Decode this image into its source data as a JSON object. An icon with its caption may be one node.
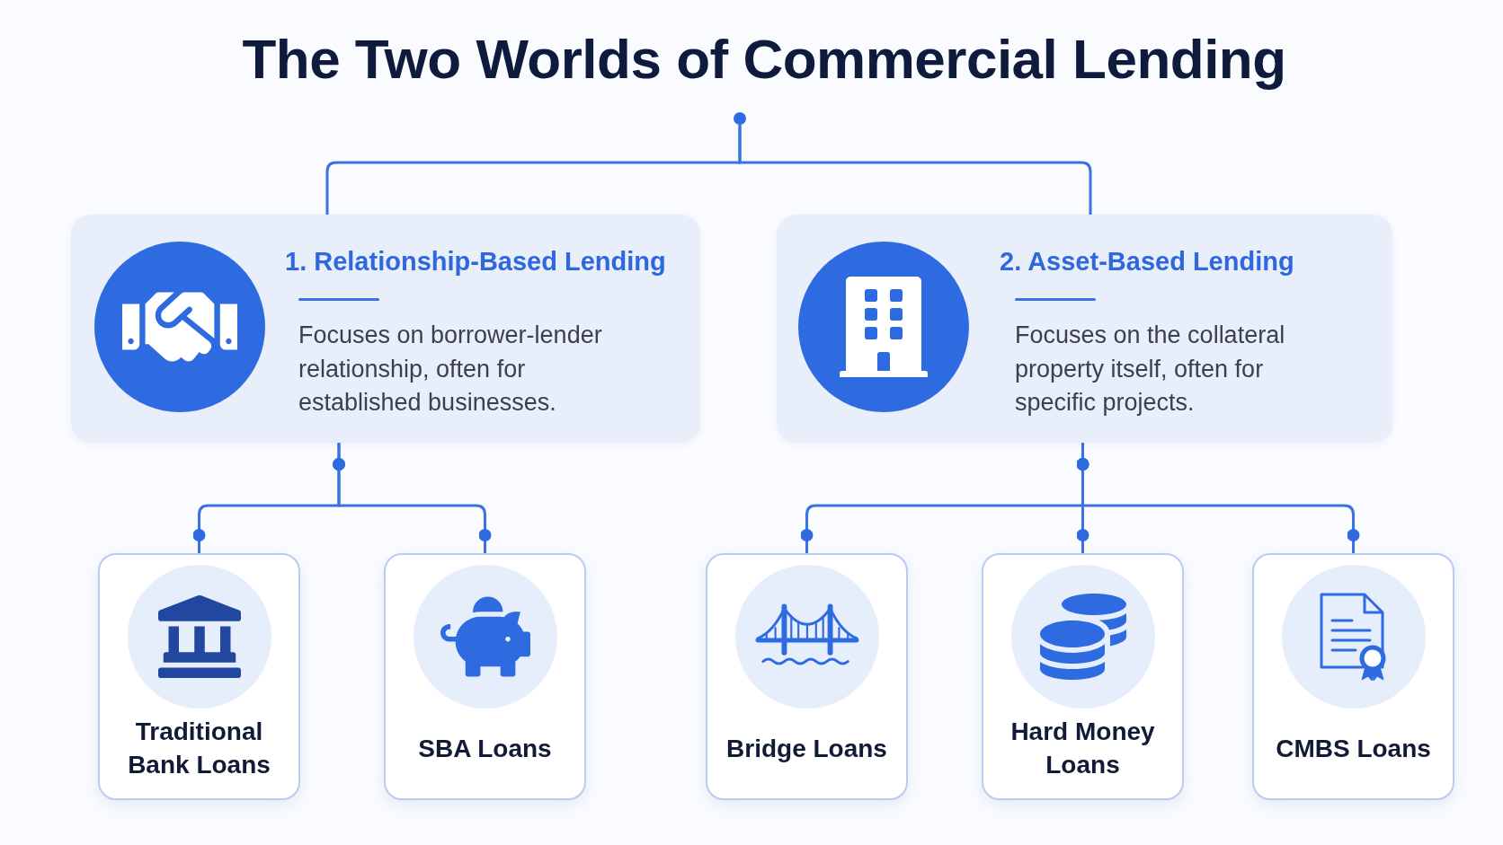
{
  "diagram": {
    "title": "The Two Worlds of Commercial Lending",
    "nodes": [
      {
        "text": [],
        "shape": "circle"
      },
      {
        "text": [
          "1. Relationship-Based Lending",
          "Focuses on borrower-lender relationship, often for established businesses."
        ]
      },
      {
        "text": [
          "2. Asset-Based Lending",
          "Focuses on the collateral property itself, often for specific projects."
        ]
      },
      {
        "text": [
          "Traditional Bank Loans"
        ]
      },
      {
        "text": [
          "SBA Loans"
        ]
      },
      {
        "text": [
          "Bridge Loans"
        ]
      },
      {
        "text": [
          "Hard Money Loans"
        ]
      },
      {
        "text": [
          "CMBS Loans"
        ]
      }
    ],
    "edges": [
      {
        "from": 0,
        "to": 1,
        "arrow": "none"
      },
      {
        "from": 0,
        "to": 2,
        "arrow": "none"
      },
      {
        "from": 1,
        "to": 3,
        "arrow": "other"
      },
      {
        "from": 1,
        "to": 4,
        "arrow": "other"
      },
      {
        "from": 2,
        "to": 5,
        "arrow": "other"
      },
      {
        "from": 2,
        "to": 6,
        "arrow": "other"
      },
      {
        "from": 2,
        "to": 7,
        "arrow": "other"
      }
    ]
  }
}
